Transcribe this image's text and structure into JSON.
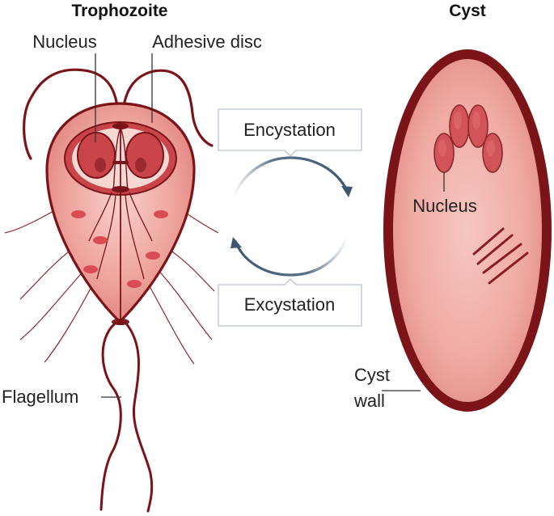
{
  "trophozoite": {
    "title": "Trophozoite",
    "labels": {
      "nucleus": "Nucleus",
      "adhesive_disc": "Adhesive disc",
      "flagellum": "Flagellum"
    }
  },
  "cyst": {
    "title": "Cyst",
    "labels": {
      "nucleus": "Nucleus",
      "cyst_wall_line1": "Cyst",
      "cyst_wall_line2": "wall"
    }
  },
  "cycle": {
    "top_label": "Encystation",
    "bottom_label": "Excystation"
  },
  "colors": {
    "membrane": "#7a1419",
    "body_fill": "#e8938f",
    "body_highlight": "#f6c9c3",
    "nucleus_fill": "#c9454b",
    "cyst_wall": "#7a1419",
    "arrow": "#3d5872",
    "label_box_border": "#b9c3cd"
  }
}
